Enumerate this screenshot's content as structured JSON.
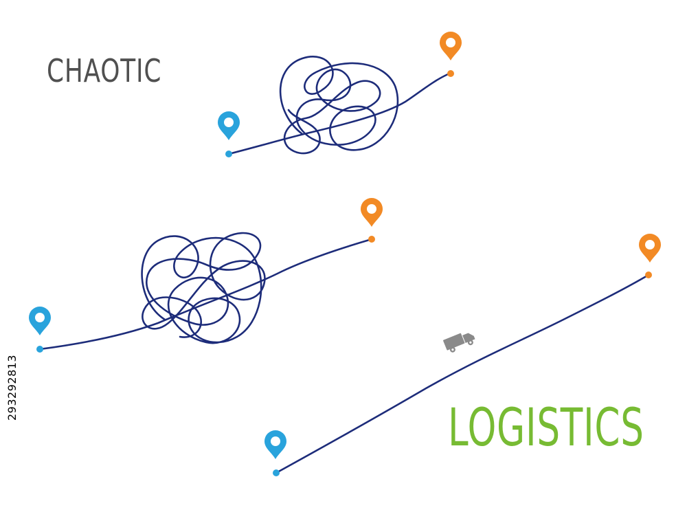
{
  "labels": {
    "chaotic": "CHAOTIC",
    "logistics": "LOGISTICS",
    "stock_id": "293292813"
  },
  "colors": {
    "path": "#1d2c7a",
    "start_pin": "#29a3dc",
    "end_pin": "#f28a25",
    "chaotic_text": "#505050",
    "logistics_text": "#77bb33",
    "truck": "#8a8a8a"
  },
  "icons": {
    "start": "map-pin-icon",
    "end": "map-pin-icon",
    "vehicle": "truck-icon"
  }
}
